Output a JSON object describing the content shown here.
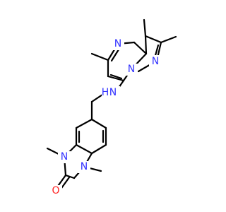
{
  "molecule": {
    "atoms": {
      "ring_n_top": "N",
      "ring_n_left": "N",
      "ring_n_right": "N",
      "amine_n": "N",
      "amine_h": "H",
      "benz_n_left": "N",
      "benz_n_right": "N",
      "carbonyl_o": "O"
    },
    "colors": {
      "nitrogen": "#3333ff",
      "oxygen": "#ff2020",
      "bond": "#000000",
      "background": "#ffffff"
    }
  }
}
